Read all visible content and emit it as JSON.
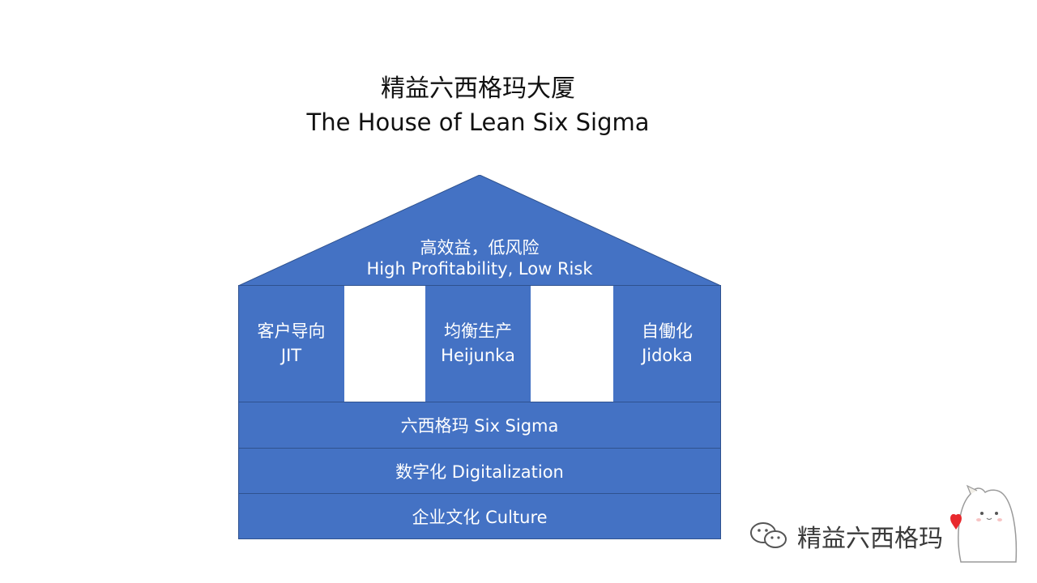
{
  "title": {
    "chinese": "精益六西格玛大厦",
    "english": "The House of Lean Six Sigma"
  },
  "roof": {
    "chinese": "高效益，低风险",
    "english": "High Profitability, Low Risk"
  },
  "pillars": [
    {
      "chinese": "客户导向",
      "english": "JIT"
    },
    {
      "chinese": "均衡生产",
      "english": "Heijunka"
    },
    {
      "chinese": "自働化",
      "english": "Jidoka"
    }
  ],
  "foundations": [
    {
      "label": "六西格玛 Six Sigma"
    },
    {
      "label": "数字化 Digitalization"
    },
    {
      "label": "企业文化 Culture"
    }
  ],
  "watermark": {
    "text": "精益六西格玛"
  },
  "colors": {
    "house_blue": "#4472c4",
    "text": "#111111"
  }
}
